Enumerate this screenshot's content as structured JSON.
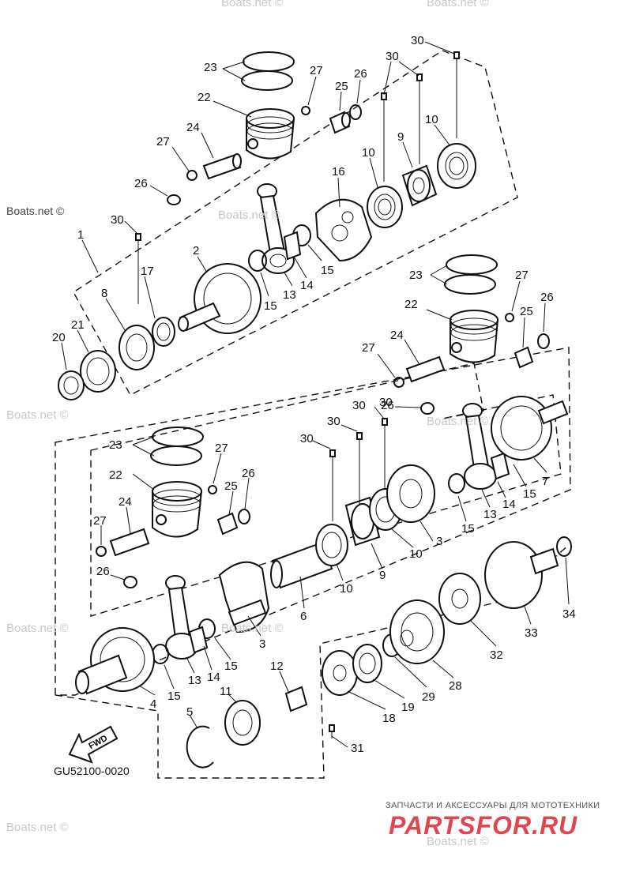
{
  "diagram": {
    "code": "GU52100-0020",
    "fwd_label": "FWD",
    "watermark": "Boats.net ©",
    "brand_tagline": "ЗАПЧАСТИ И АКСЕССУАРЫ ДЛЯ МОТОТЕХНИКИ",
    "brand_logo": "PARTSFOR.RU",
    "brand_colors": {
      "primary": "#e0464e",
      "secondary": "#f3b0b4"
    },
    "callouts": [
      "30",
      "30",
      "30",
      "23",
      "27",
      "26",
      "25",
      "22",
      "24",
      "27",
      "9",
      "10",
      "10",
      "26",
      "16",
      "30",
      "1",
      "2",
      "17",
      "8",
      "21",
      "20",
      "15",
      "13",
      "14",
      "15",
      "23",
      "27",
      "26",
      "22",
      "25",
      "24",
      "27",
      "30",
      "26",
      "7",
      "14",
      "15",
      "13",
      "15",
      "30",
      "30",
      "23",
      "27",
      "22",
      "26",
      "25",
      "24",
      "27",
      "26",
      "10",
      "9",
      "3",
      "10",
      "6",
      "3",
      "13",
      "14",
      "15",
      "15",
      "4",
      "34",
      "33",
      "32",
      "12",
      "28",
      "29",
      "19",
      "18",
      "11",
      "5",
      "31"
    ]
  }
}
